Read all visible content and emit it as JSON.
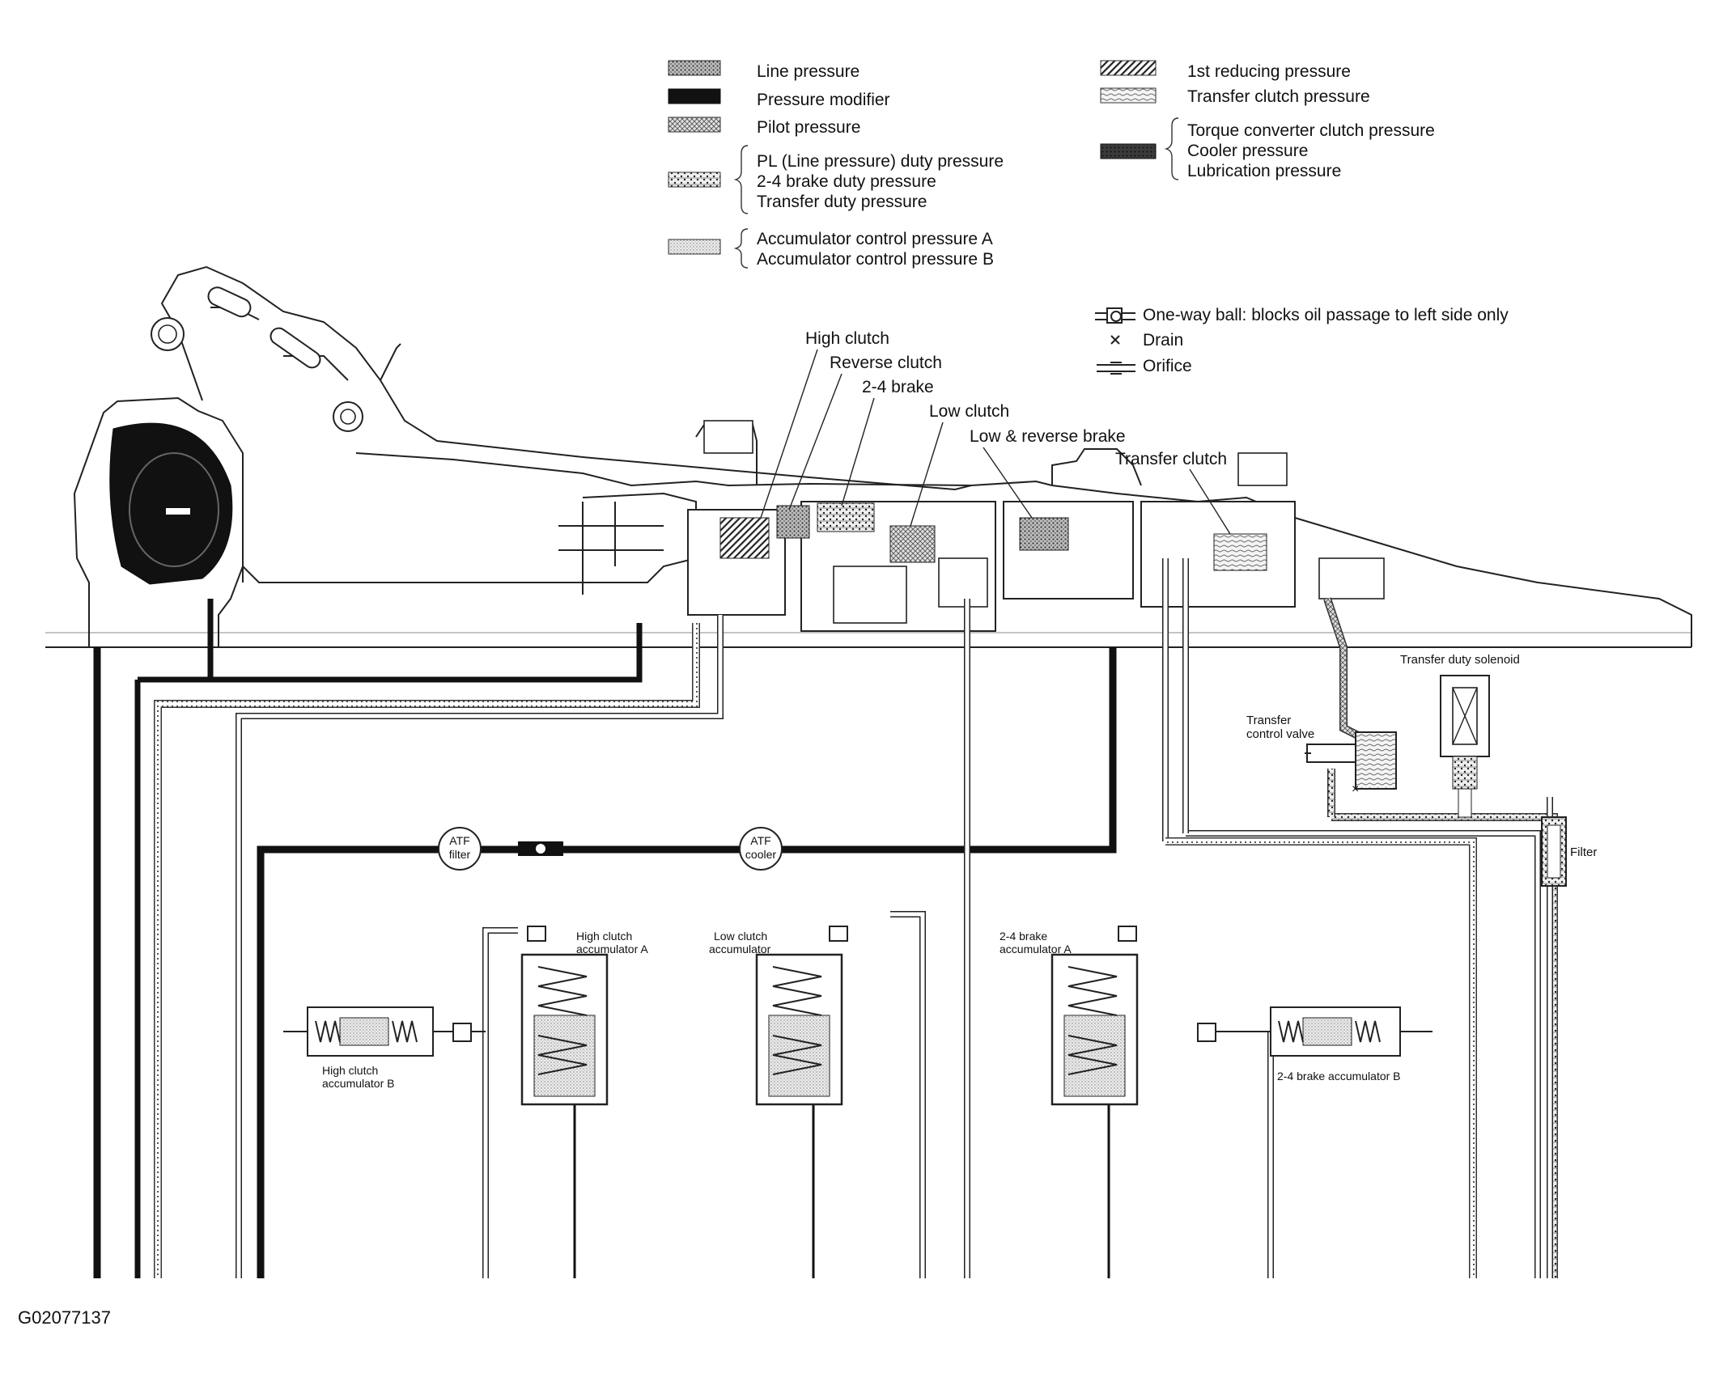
{
  "legend": {
    "left": [
      {
        "swatch": "line-pressure",
        "labels": [
          "Line pressure"
        ]
      },
      {
        "swatch": "pressure-modifier",
        "labels": [
          "Pressure modifier"
        ]
      },
      {
        "swatch": "pilot-pressure",
        "labels": [
          "Pilot pressure"
        ]
      },
      {
        "swatch": "duty-pressure",
        "labels": [
          "PL (Line pressure) duty pressure",
          "2-4 brake duty pressure",
          "Transfer duty pressure"
        ]
      },
      {
        "swatch": "accumulator-control",
        "labels": [
          "Accumulator control pressure A",
          "Accumulator control pressure B"
        ]
      }
    ],
    "right": [
      {
        "swatch": "first-reducing",
        "labels": [
          "1st reducing pressure"
        ]
      },
      {
        "swatch": "transfer-clutch",
        "labels": [
          "Transfer clutch pressure"
        ]
      },
      {
        "swatch": "converter-cooler-lube",
        "labels": [
          "Torque converter clutch pressure",
          "Cooler pressure",
          "Lubrication pressure"
        ]
      }
    ],
    "symbols": [
      {
        "icon": "one-way-ball-icon",
        "label": "One-way ball: blocks oil passage to left side only"
      },
      {
        "icon": "drain-icon",
        "label": "Drain"
      },
      {
        "icon": "orifice-icon",
        "label": "Orifice"
      }
    ]
  },
  "components": {
    "high_clutch": "High clutch",
    "reverse_clutch": "Reverse clutch",
    "brake_24": "2-4 brake",
    "low_clutch": "Low clutch",
    "low_reverse_brake": "Low & reverse brake",
    "transfer_clutch": "Transfer clutch",
    "transfer_duty_solenoid": "Transfer duty solenoid",
    "transfer_control_valve": [
      "Transfer",
      "control valve"
    ],
    "filter": "Filter",
    "atf_filter": [
      "ATF",
      "filter"
    ],
    "atf_cooler": [
      "ATF",
      "cooler"
    ],
    "high_clutch_acc_a": [
      "High clutch",
      "accumulator A"
    ],
    "low_clutch_acc": [
      "Low clutch",
      "accumulator"
    ],
    "brake_24_acc_a": [
      "2-4 brake",
      "accumulator A"
    ],
    "high_clutch_acc_b": [
      "High clutch",
      "accumulator B"
    ],
    "brake_24_acc_b": "2-4 brake accumulator B",
    "drain_mark": "×"
  },
  "figure_id": "G02077137",
  "colors": {
    "ink": "#111111",
    "fill_dark": "#1a1a1a",
    "fill_mid": "#7a7a7a",
    "fill_light": "#d6d6d6"
  }
}
